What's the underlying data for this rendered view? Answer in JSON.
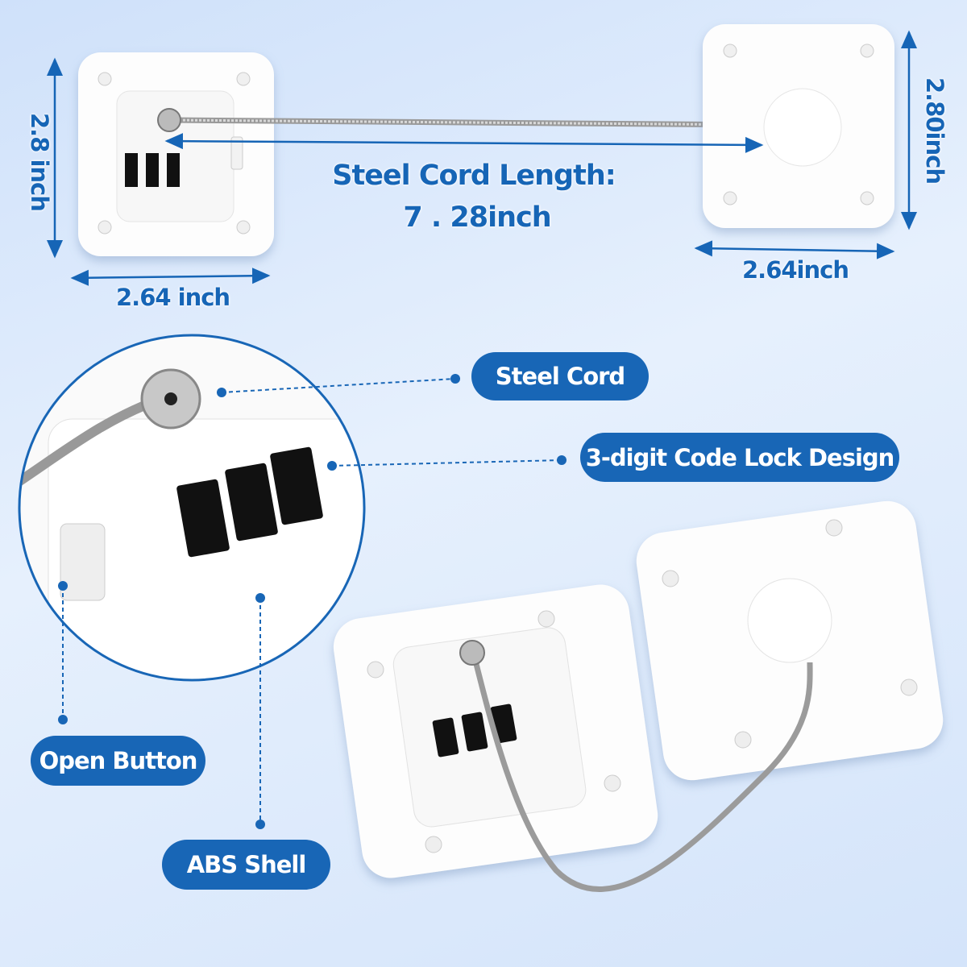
{
  "dimensions": {
    "lock_height": "2.8 inch",
    "lock_width": "2.64 inch",
    "receiver_height": "2.80inch",
    "receiver_width": "2.64inch",
    "cord_title": "Steel Cord Length:",
    "cord_length": "7 . 28inch"
  },
  "callouts": {
    "steel_cord": "Steel Cord",
    "code_lock": "3-digit Code Lock Design",
    "open_button": "Open Button",
    "abs_shell": "ABS Shell"
  },
  "colors": {
    "accent": "#1866b6",
    "background": "#dce9fb"
  }
}
